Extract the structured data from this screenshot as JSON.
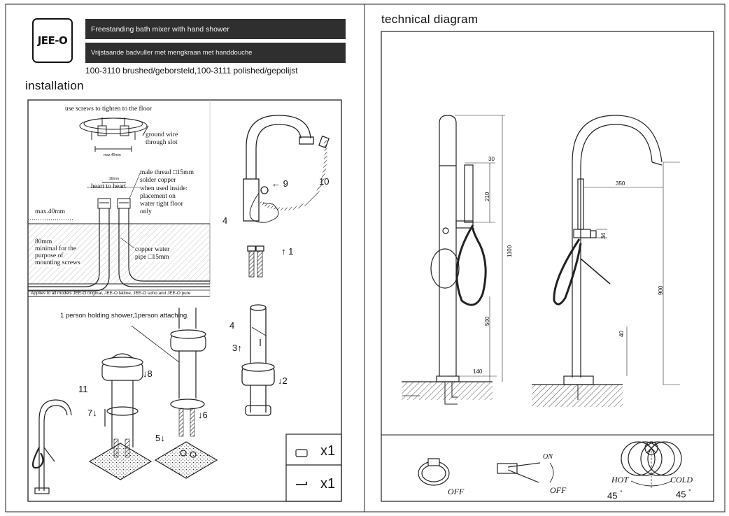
{
  "header": {
    "logo_text": "JEE-O",
    "title_en": "Freestanding bath mixer with hand shower",
    "title_nl": "Vrijstaande badvuller met mengkraan met  handdouche",
    "model_line": "100-3110 brushed/geborsteld,100-3111 polished/gepolijst"
  },
  "installation": {
    "heading": "installation",
    "floor_note": "use screws to tighten to the floor",
    "ground_wire": [
      "ground wire",
      "through slot"
    ],
    "max_spacing": "max.40mm",
    "heart_top": "30mm",
    "heart_label": "heart to heart",
    "male_thread": [
      "male thread □15mm",
      "solder copper",
      "when used inside:",
      "placement on",
      "water tight floor",
      "only"
    ],
    "max_depth": "max.40mm",
    "minimal": [
      "80mm",
      "minimal for the",
      "purpose of",
      "mounting screws"
    ],
    "copper_pipe": [
      "copper water",
      "pipe □15mm"
    ],
    "applies_note": "Applies to all models JEE-O original, JEE-O fatline, JEE-O soho and JEE-O pure",
    "person_note": "1 person holding shower,1person attaching.",
    "step_labels": {
      "s1": "1",
      "s2": "2",
      "s3": "3",
      "s4a": "4",
      "s4b": "4",
      "s5": "5",
      "s6": "6",
      "s7": "7",
      "s8": "8",
      "s9": "9",
      "s10": "10",
      "s11": "11"
    },
    "parts": [
      {
        "icon": "drain-cover-icon",
        "qty": "x1"
      },
      {
        "icon": "hex-key-icon",
        "qty": "x1"
      }
    ]
  },
  "technical": {
    "heading": "technical diagram",
    "dims": {
      "d30": "30",
      "d210": "210",
      "d1100": "1100",
      "d500": "500",
      "d140": "140",
      "d350": "350",
      "d34": "34",
      "d900": "900",
      "d40": "40"
    },
    "controls": {
      "off_left": "OFF",
      "on": "ON",
      "off_mid": "OFF",
      "hot": "HOT",
      "cold": "COLD",
      "angle_left": "45",
      "angle_right": "45",
      "degree": "°"
    }
  }
}
